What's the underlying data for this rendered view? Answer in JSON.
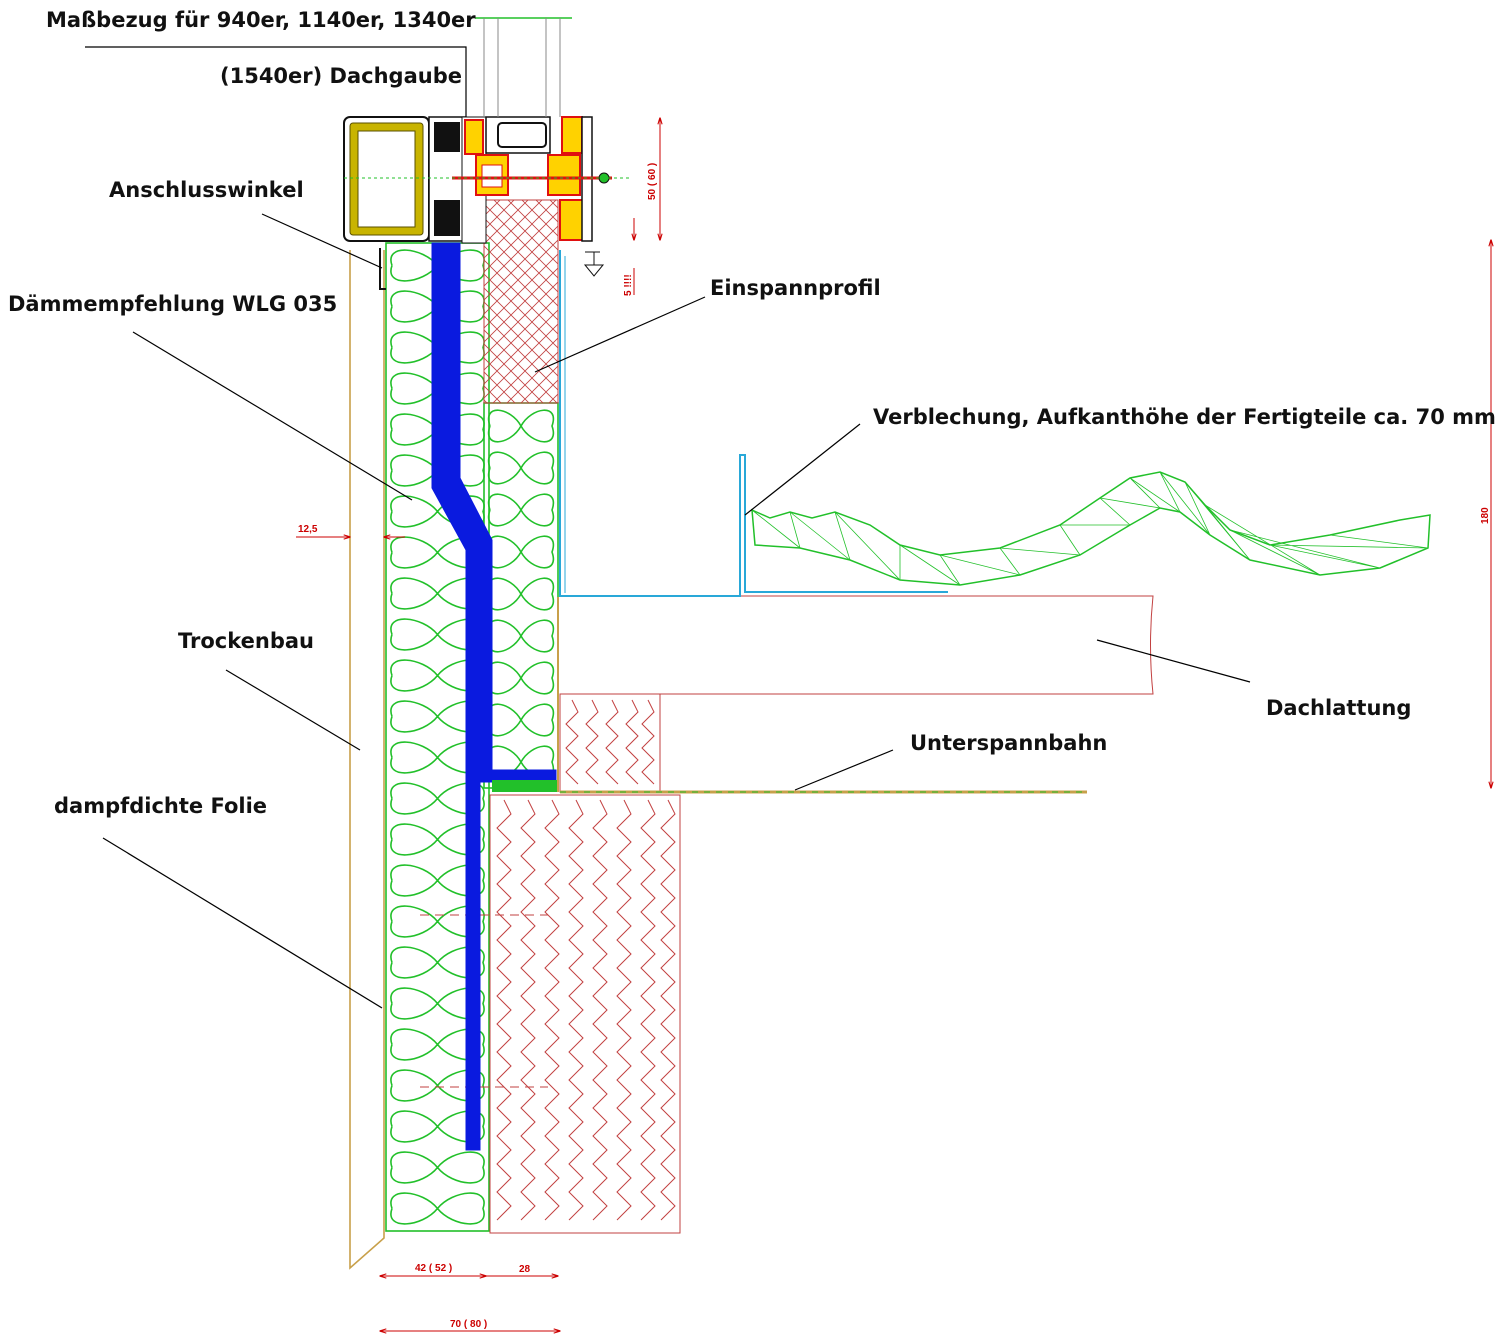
{
  "colors": {
    "insulation": "#22c02a",
    "membrane": "#0a1adf",
    "masonry": "#c24040",
    "dimension": "#cc0000",
    "flashing": "#29a8d8",
    "frame": "#ffd200",
    "seal": "#e01010",
    "drywall": "#c8a04a",
    "leader": "#000000"
  },
  "labels": {
    "ref_line1": "Maßbezug für 940er, 1140er, 1340er",
    "ref_line2": "(1540er) Dachgaube",
    "anschlusswinkel": "Anschlusswinkel",
    "daemmempfehlung": "Dämmempfehlung WLG 035",
    "einspannprofil": "Einspannprofil",
    "verblechung": "Verblechung, Aufkanthöhe der Fertigteile ca. 70 mm",
    "trockenbau": "Trockenbau",
    "dachlattung": "Dachlattung",
    "unterspannbahn": "Unterspannbahn",
    "dampfdichte": "dampfdichte Folie"
  },
  "dimensions": {
    "d_50_60": "50 ( 60 )",
    "d_5": "5 !!!!",
    "d_180": "180",
    "d_12_5": "12,5",
    "d_42_52": "42 ( 52 )",
    "d_28": "28",
    "d_70_80": "70 ( 80 )"
  }
}
